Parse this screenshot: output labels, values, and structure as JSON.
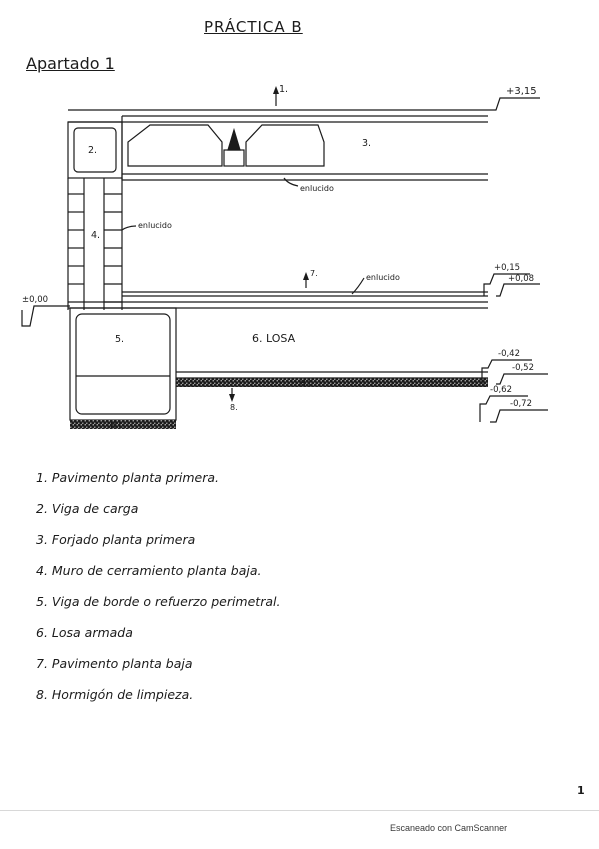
{
  "document": {
    "title": "PRÁCTICA B",
    "section": "Apartado 1",
    "page_number": "1"
  },
  "drawing": {
    "callouts": {
      "c1": "1.",
      "c2": "2.",
      "c3": "3.",
      "c4": "4.",
      "c5": "5.",
      "c6": "6. LOSA",
      "c7": "7.",
      "c8": "8."
    },
    "plaster_labels": {
      "upper_slab": "enlucido",
      "wall": "enlucido",
      "ground_floor": "enlucido"
    },
    "lean_concrete_labels": {
      "under_slab": "H.L",
      "under_beam": "H.L"
    },
    "levels": {
      "top": "+3,15",
      "left": "±0,00",
      "mid_a": "+0,15",
      "mid_b": "+0,08",
      "low_a": "-0,42",
      "low_b": "-0,52",
      "base_a": "-0,62",
      "base_b": "-0,72"
    }
  },
  "legend": [
    "1. Pavimento planta primera.",
    "2. Viga de carga",
    "3. Forjado planta primera",
    "4. Muro de cerramiento planta baja.",
    "5. Viga de borde o refuerzo perimetral.",
    "6. Losa armada",
    "7. Pavimento planta baja",
    "8. Hormigón de limpieza."
  ],
  "footer": {
    "scanner_note": "Escaneado con CamScanner"
  }
}
